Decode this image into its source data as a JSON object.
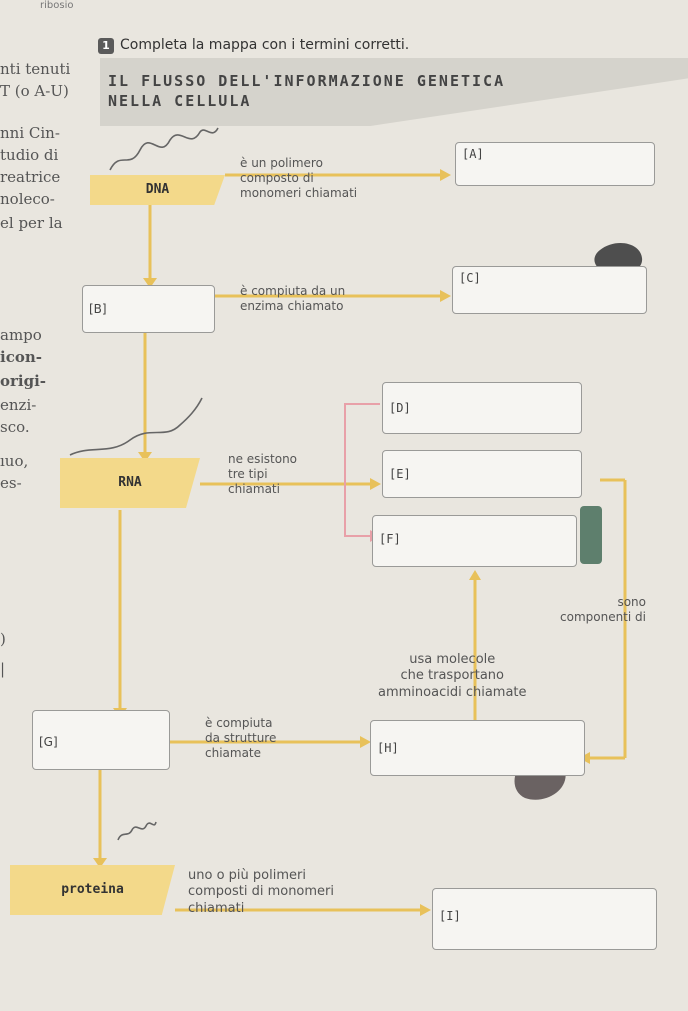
{
  "header": {
    "torn_text": "ribosio",
    "exercise_number": "1",
    "instruction": "Completa la mappa con i termini corretti.",
    "title_line1": "IL FLUSSO DELL'INFORMAZIONE GENETICA",
    "title_line2": "NELLA CELLULA"
  },
  "left_edge_text": [
    "nti tenuti",
    "T (o A-U)",
    "nni Cin-",
    "tudio di",
    "reatrice",
    "noleco-",
    "el per la",
    "ampo",
    "icon-",
    "origi-",
    "enzi-",
    "sco.",
    "ıuo,",
    "es-",
    ")",
    "|"
  ],
  "nodes": {
    "dna": "DNA",
    "rna": "RNA",
    "protein": "proteina",
    "b": "[B]",
    "g": "[G]"
  },
  "connectors": {
    "dna_is_polymer_1": "è un polimero",
    "dna_is_polymer_2": "composto di",
    "dna_is_polymer_3": "monomeri chiamati",
    "b_enzyme_1": "è compiuta da un",
    "b_enzyme_2": "enzima chiamato",
    "rna_types_1": "ne esistono",
    "rna_types_2": "tre tipi",
    "rna_types_3": "chiamati",
    "are_components_1": "sono",
    "are_components_2": "componenti di",
    "uses_molecules_1": "usa molecole",
    "uses_molecules_2": "che trasportano",
    "uses_molecules_3": "amminoacidi chiamate",
    "g_structures_1": "è compiuta",
    "g_structures_2": "da strutture",
    "g_structures_3": "chiamate",
    "protein_polymers_1": "uno o più polimeri",
    "protein_polymers_2": "composti di monomeri",
    "protein_polymers_3": "chiamati"
  },
  "answer_boxes": {
    "a": "[A]",
    "c": "[C]",
    "d": "[D]",
    "e": "[E]",
    "f": "[F]",
    "h": "[H]",
    "i": "[I]"
  },
  "colors": {
    "yellow_label": "#f3d98a",
    "arrow_yellow": "#e8c15a",
    "arrow_pink": "#e8a0a8",
    "header_gray": "#d5d3cc",
    "box_border": "#9a9a98"
  }
}
